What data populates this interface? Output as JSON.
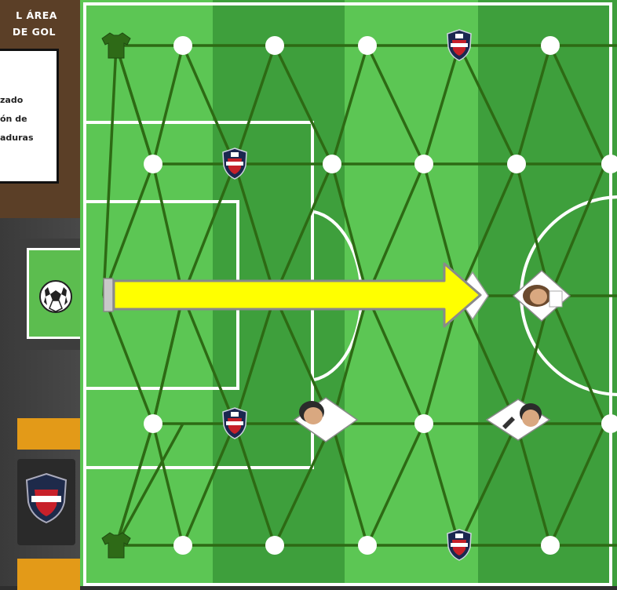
{
  "card": {
    "title_line1": "L ÁREA",
    "title_line2": "DE GOL",
    "text_line1": "zado",
    "text_line2": "ón de",
    "text_line3": "aduras"
  },
  "board": {
    "grid_rows": 5,
    "grid_cols": 6,
    "move_arrow_color": "#ffff00",
    "pitch_light": "#5cc654",
    "pitch_dark": "#3a9f3a",
    "line_color": "#2d6a14"
  },
  "icons": {
    "ball": "soccer-ball-icon",
    "shield": "team-shield-icon",
    "jersey": "jersey-icon",
    "player": "player-token-icon"
  }
}
